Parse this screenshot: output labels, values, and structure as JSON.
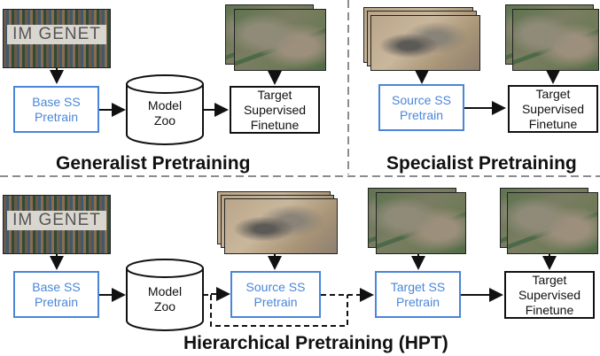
{
  "panels": {
    "generalist": {
      "title": "Generalist Pretraining",
      "imagenet_label": "IM GENET",
      "base": "Base SS\nPretrain",
      "zoo": "Model\nZoo",
      "target": "Target\nSupervised\nFinetune"
    },
    "specialist": {
      "title": "Specialist Pretraining",
      "source": "Source SS\nPretrain",
      "target": "Target\nSupervised\nFinetune"
    },
    "hpt": {
      "title": "Hierarchical Pretraining (HPT)",
      "imagenet_label": "IM GENET",
      "base": "Base SS\nPretrain",
      "zoo": "Model\nZoo",
      "source": "Source SS\nPretrain",
      "target_ss": "Target SS\nPretrain",
      "target": "Target\nSupervised\nFinetune"
    }
  },
  "colors": {
    "blue": "#4a86d8",
    "black": "#111111"
  }
}
